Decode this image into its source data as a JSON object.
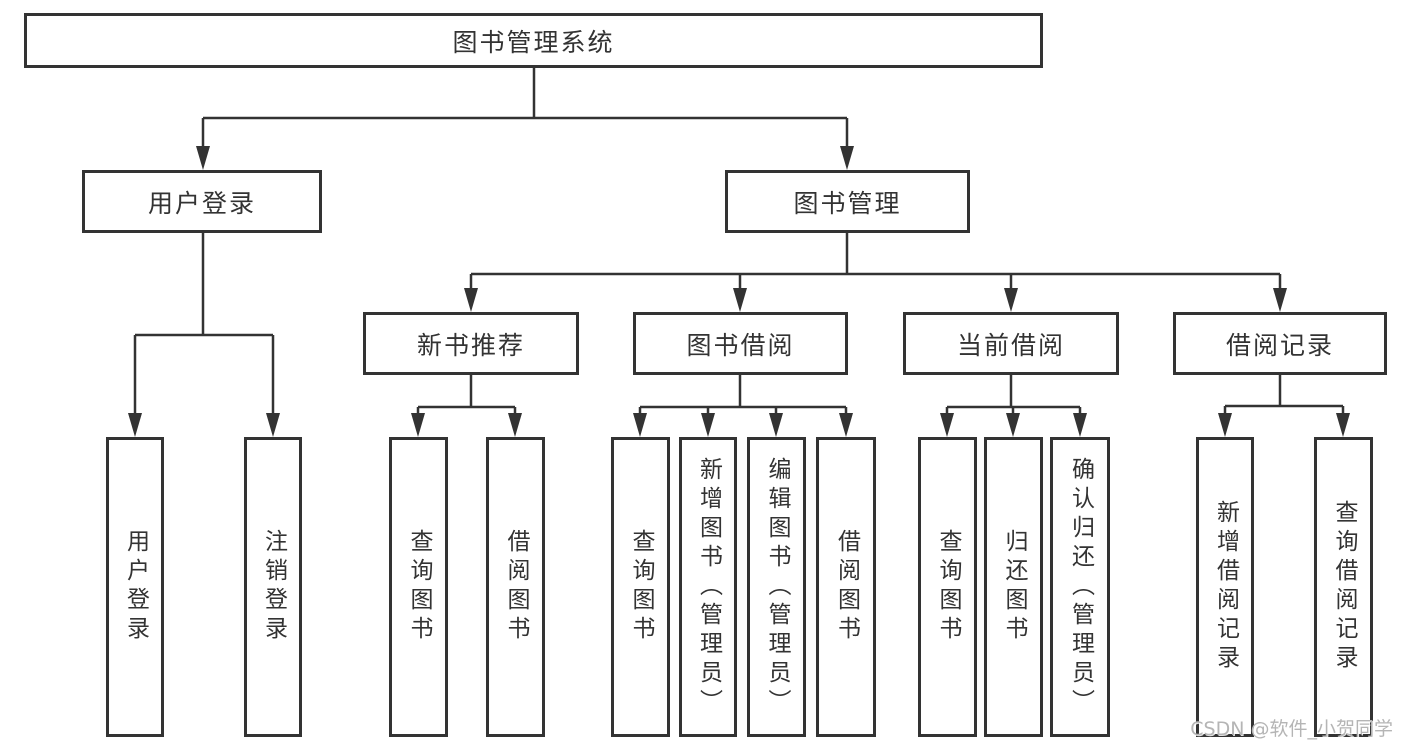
{
  "watermark": "CSDN @软件_小贺同学",
  "colors": {
    "line": "#333333",
    "text": "#333333",
    "box_fill": "#ffffff",
    "watermark": "#b5b5b5",
    "background": "#ffffff"
  },
  "tree": {
    "root": {
      "label": "图书管理系统"
    },
    "branches": [
      {
        "label": "用户登录",
        "children": [
          {
            "label": "用户登录"
          },
          {
            "label": "注销登录"
          }
        ]
      },
      {
        "label": "图书管理",
        "children": [
          {
            "label": "新书推荐",
            "children": [
              {
                "label": "查询图书"
              },
              {
                "label": "借阅图书"
              }
            ]
          },
          {
            "label": "图书借阅",
            "children": [
              {
                "label": "查询图书"
              },
              {
                "label": "新增图书（管理员）"
              },
              {
                "label": "编辑图书（管理员）"
              },
              {
                "label": "借阅图书"
              }
            ]
          },
          {
            "label": "当前借阅",
            "children": [
              {
                "label": "查询图书"
              },
              {
                "label": "归还图书"
              },
              {
                "label": "确认归还（管理员）"
              }
            ]
          },
          {
            "label": "借阅记录",
            "children": [
              {
                "label": "新增借阅记录"
              },
              {
                "label": "查询借阅记录"
              }
            ]
          }
        ]
      }
    ]
  }
}
